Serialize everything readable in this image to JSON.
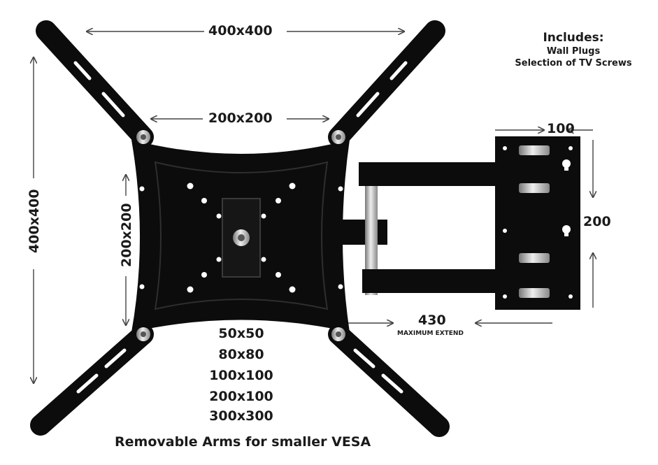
{
  "includes": {
    "title": "Includes:",
    "items": [
      "Wall Plugs",
      "Selection of TV Screws"
    ]
  },
  "dimensions": {
    "top_400": "400x400",
    "left_400": "400x400",
    "inner_200_h": "200x200",
    "inner_200_v": "200x200",
    "plate_width": "100",
    "plate_height": "200",
    "extend_value": "430",
    "extend_label": "MAXIMUM EXTEND"
  },
  "vesa_sizes": [
    "50x50",
    "80x80",
    "100x100",
    "200x100",
    "300x300"
  ],
  "caption": "Removable Arms for smaller VESA",
  "colors": {
    "metal": "#0c0c0c",
    "arrow": "#444444",
    "text": "#1a1a1a",
    "chrome": "#bfbfbf"
  }
}
